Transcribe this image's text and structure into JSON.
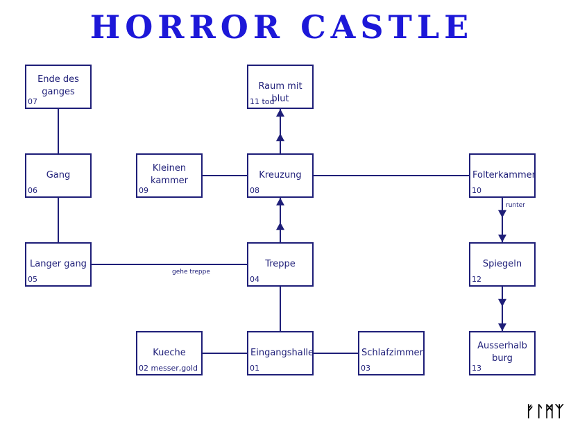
{
  "title": "HORROR CASTLE",
  "colors": {
    "title": "#1d18d8",
    "line": "#1e1e78"
  },
  "rooms": [
    {
      "id": "01",
      "name": "Eingangshalle",
      "number": "01"
    },
    {
      "id": "02",
      "name": "Kueche",
      "number": "02 messer,gold"
    },
    {
      "id": "03",
      "name": "Schlafzimmer",
      "number": "03"
    },
    {
      "id": "04",
      "name": "Treppe",
      "number": "04"
    },
    {
      "id": "05",
      "name": "Langer gang",
      "number": "05"
    },
    {
      "id": "06",
      "name": "Gang",
      "number": "06"
    },
    {
      "id": "07",
      "name": "Ende des ganges",
      "number": "07"
    },
    {
      "id": "08",
      "name": "Kreuzung",
      "number": "08"
    },
    {
      "id": "09",
      "name": "Kleinen kammer",
      "number": "09"
    },
    {
      "id": "10",
      "name": "Folterkammer",
      "number": "10"
    },
    {
      "id": "11",
      "name": "Raum mit blut",
      "number": "11 tod"
    },
    {
      "id": "12",
      "name": "Spiegeln",
      "number": "12"
    },
    {
      "id": "13",
      "name": "Ausserhalb burg",
      "number": "13"
    }
  ],
  "edges": [
    {
      "from": "01",
      "to": "02",
      "arrow": false
    },
    {
      "from": "01",
      "to": "03",
      "arrow": false
    },
    {
      "from": "01",
      "to": "04",
      "arrow": false
    },
    {
      "from": "04",
      "to": "05",
      "arrow": false,
      "label": "gehe treppe"
    },
    {
      "from": "04",
      "to": "08",
      "arrow": true
    },
    {
      "from": "05",
      "to": "06",
      "arrow": false
    },
    {
      "from": "06",
      "to": "07",
      "arrow": false
    },
    {
      "from": "08",
      "to": "09",
      "arrow": false
    },
    {
      "from": "08",
      "to": "10",
      "arrow": false
    },
    {
      "from": "08",
      "to": "11",
      "arrow": true
    },
    {
      "from": "10",
      "to": "12",
      "arrow": true,
      "label": "runter"
    },
    {
      "from": "12",
      "to": "13",
      "arrow": true
    }
  ],
  "signature": "ᚠᛚᛗᛉ"
}
